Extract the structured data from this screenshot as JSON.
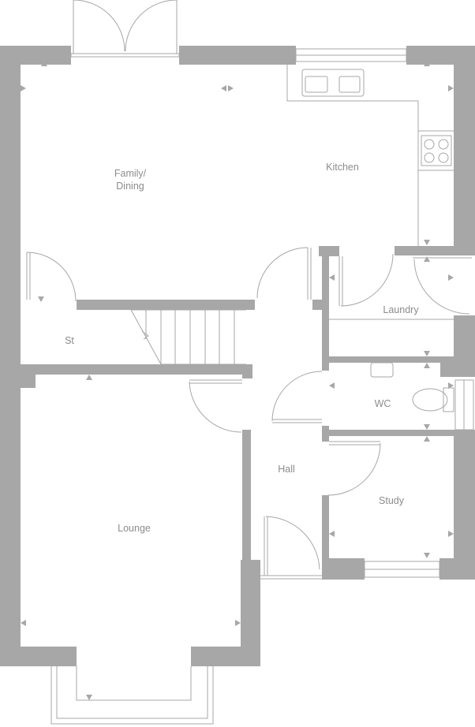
{
  "colors": {
    "wall": "#a7a7a7",
    "label": "#8c8c8c",
    "background": "#ffffff"
  },
  "rooms": [
    {
      "line1": "Family/",
      "line2": "Dining"
    },
    {
      "line1": "Kitchen"
    },
    {
      "line1": "St"
    },
    {
      "line1": "Laundry"
    },
    {
      "line1": "WC"
    },
    {
      "line1": "Hall"
    },
    {
      "line1": "Study"
    },
    {
      "line1": "Lounge"
    }
  ]
}
